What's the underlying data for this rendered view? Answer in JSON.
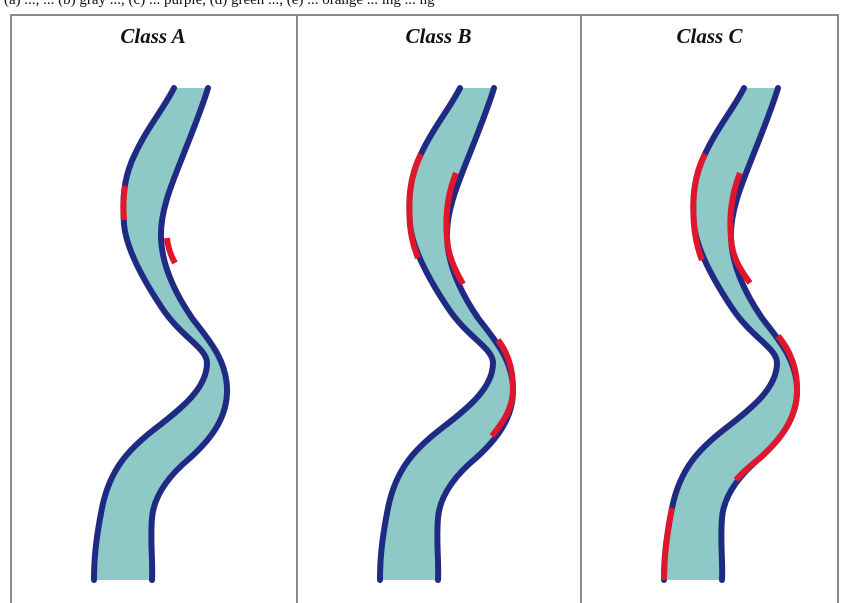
{
  "caption": "(a) ..., ... (b) gray ..., (c) ... purple, (d) green ..., (e) ... orange ... ing ... ng",
  "panels": [
    {
      "title": "Class A",
      "highlight_sections": "short segments on both banks near the upper bend"
    },
    {
      "title": "Class B",
      "highlight_sections": "upper bend on both banks and middle outer bend"
    },
    {
      "title": "Class C",
      "highlight_sections": "upper bend on both banks, middle outer bend and lower left bank"
    }
  ],
  "colors": {
    "channel_fill": "#8ec9c7",
    "bank_line": "#1f2a83",
    "highlight": "#e0162c",
    "frame": "#8a8a8a"
  }
}
